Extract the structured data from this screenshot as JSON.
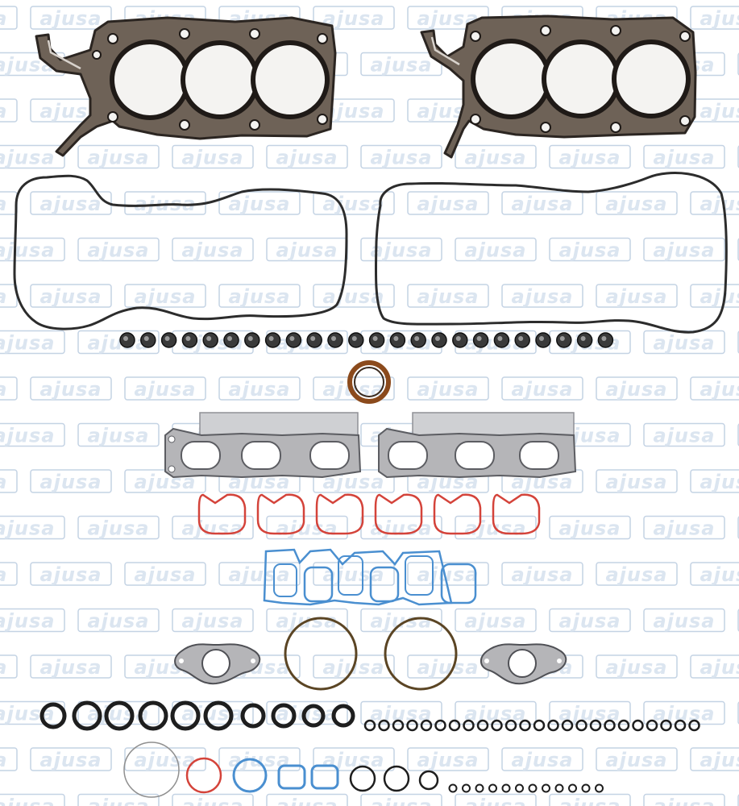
{
  "watermark": {
    "brand_text": "ajusa",
    "text_color": "#dbe5f0",
    "stroke_color": "#c4d3e4",
    "columns": 8,
    "rows": 18
  },
  "colors": {
    "head_gasket_body": "#6e6257",
    "head_gasket_edge": "#2b2521",
    "head_gasket_bore": "#f4f3f1",
    "valve_cover_gasket": "#2c2c2c",
    "valve_stem_seal": "#3a3a3a",
    "front_seal": "#8b4a1c",
    "exhaust_gasket_metal": "#b5b5b8",
    "heat_shield": "#cfd0d3",
    "intake_gasket_red": "#d4433a",
    "intake_gasket_blue": "#4a8fd0",
    "round_gasket_brown": "#5b4524",
    "black_oring": "#1e1e1e",
    "thin_ring_gray": "#8f8f8f"
  },
  "parts": {
    "valve_stem_seal_count": 24,
    "intake_gasket_count": 6,
    "large_oring_count": 10,
    "small_oring_row_count": 24,
    "tiny_oring_row_count": 12
  }
}
